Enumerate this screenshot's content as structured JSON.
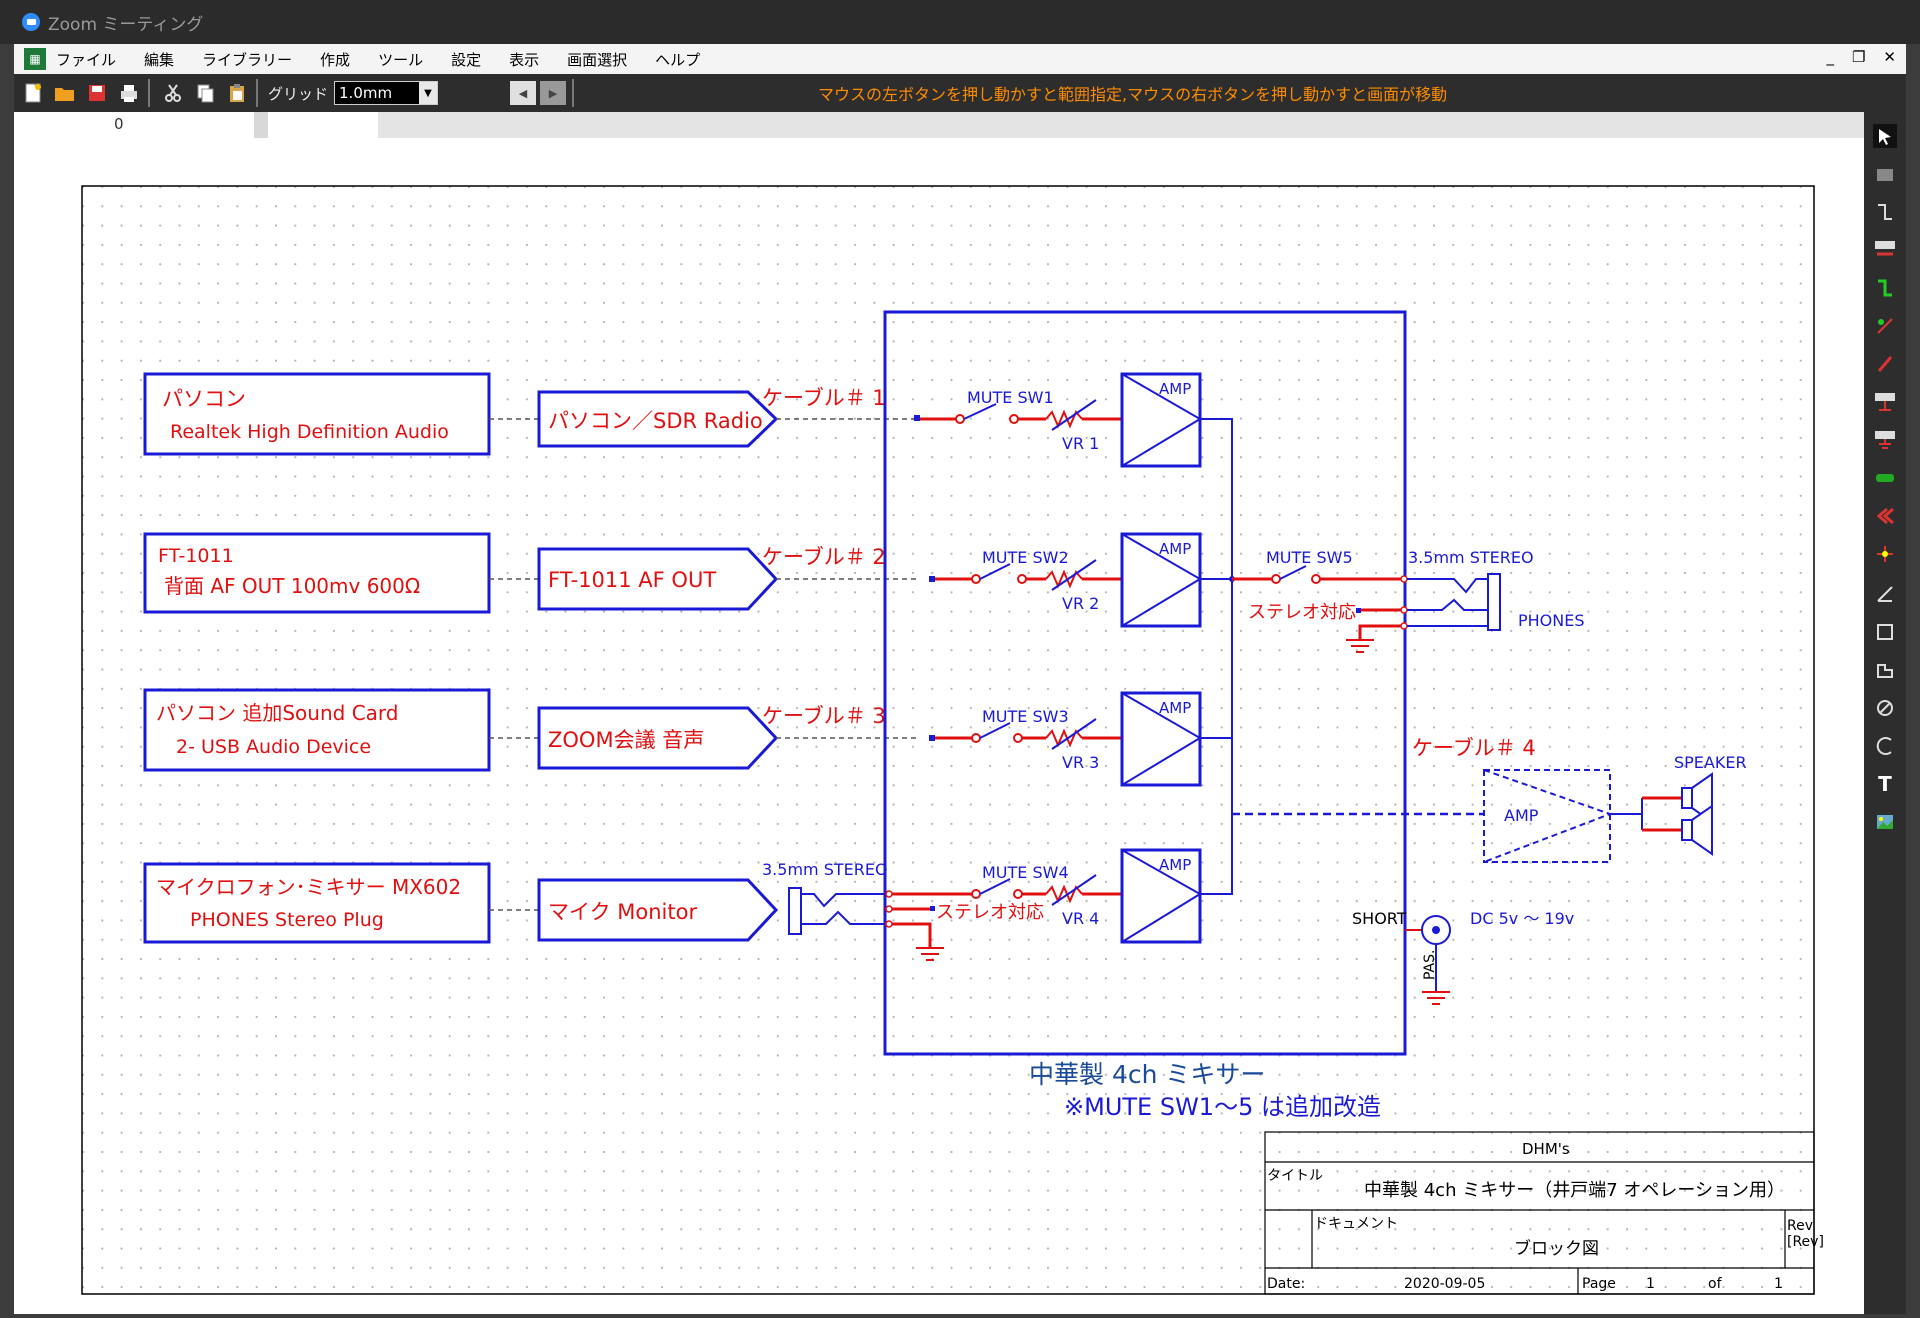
{
  "window": {
    "title": "Zoom ミーティング"
  },
  "menu": [
    "ファイル",
    "編集",
    "ライブラリー",
    "作成",
    "ツール",
    "設定",
    "表示",
    "画面選択",
    "ヘルプ"
  ],
  "window_controls": [
    "_",
    "❐",
    "✕"
  ],
  "toolbar": {
    "grid_label": "グリッド",
    "grid_value": "1.0mm",
    "hint": "マウスの左ボタンを押し動かすと範囲指定,マウスの右ボタンを押し動かすと画面が移動"
  },
  "ruler": {
    "origin": "0"
  },
  "schematic": {
    "sources": [
      {
        "line1": "パソコン",
        "line2": "Realtek High Definition Audio"
      },
      {
        "line1": "FT-1011",
        "line2": "背面 AF OUT 100mv 600Ω"
      },
      {
        "line1": "パソコン 追加Sound Card",
        "line2": "2- USB Audio Device"
      },
      {
        "line1": "マイクロフォン･ミキサー MX602",
        "line2": "PHONES Stereo Plug"
      }
    ],
    "connectors": [
      "パソコン／SDR Radio",
      "FT-1011   AF OUT",
      "ZOOM会議   音声",
      "マイク Monitor"
    ],
    "cables": [
      "ケーブル＃ 1",
      "ケーブル＃ 2",
      "ケーブル＃ 3",
      "ケーブル＃ 4"
    ],
    "mute_switches": [
      "MUTE SW1",
      "MUTE SW2",
      "MUTE SW3",
      "MUTE SW4",
      "MUTE SW5"
    ],
    "vrs": [
      "VR 1",
      "VR 2",
      "VR 3",
      "VR 4"
    ],
    "amp_label": "AMP",
    "stereo_support": "ステレオ対応",
    "jack_label": "3.5mm STEREO",
    "phones": "PHONES",
    "speaker": "SPEAKER",
    "short": "SHORT",
    "pas": "PAS.",
    "dc": "DC 5v ～ 19v",
    "mixer_caption": "中華製   4ch  ミキサー",
    "mixer_note": "※MUTE  SW1～5 は追加改造"
  },
  "title_block": {
    "company": "DHM's",
    "title_label": "タイトル",
    "title": "中華製  4ch  ミキサー（井戸端7 オペレーション用）",
    "doc_label": "ドキュメント",
    "doc": "ブロック図",
    "rev_label": "Rev",
    "rev": "[Rev]",
    "date_label": "Date:",
    "date": "2020-09-05",
    "page_label": "Page",
    "page": "1",
    "of_label": "of",
    "of": "1"
  },
  "colors": {
    "blue": "#1a1ad6",
    "red": "#e01010",
    "titlebar": "#2b2b2b",
    "toolbar": "#2d2d2d",
    "hint": "#ff8c00"
  },
  "icons": {
    "sidebar": [
      "pointer-icon",
      "bus-icon",
      "wire-icon",
      "net-icon",
      "green-wire-icon",
      "component-icon",
      "red-line-icon",
      "vcc-icon",
      "gnd-icon",
      "port-icon",
      "chevron-icon",
      "junction-icon",
      "line-icon",
      "rect-icon",
      "polygon-icon",
      "circle-icon",
      "arc-icon",
      "text-icon",
      "image-icon"
    ]
  }
}
